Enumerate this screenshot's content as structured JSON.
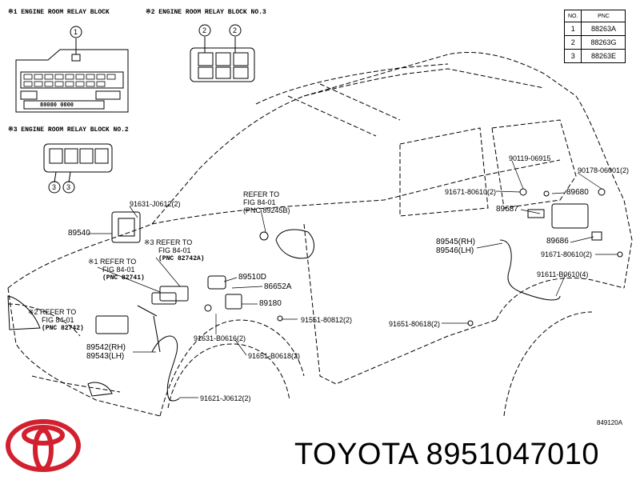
{
  "headers": {
    "relay_block": "※1  ENGINE ROOM RELAY BLOCK",
    "relay_block_3": "※2  ENGINE ROOM RELAY BLOCK NO.3",
    "relay_block_2": "※3  ENGINE ROOM RELAY BLOCK NO.2"
  },
  "relay_block_text": {
    "row1": "80080    0800"
  },
  "pnc_table": {
    "header_no": "NO.",
    "header_pnc": "PNC",
    "rows": [
      {
        "no": "1",
        "pnc": "88263A"
      },
      {
        "no": "2",
        "pnc": "88263G"
      },
      {
        "no": "3",
        "pnc": "88263E"
      }
    ]
  },
  "callouts": {
    "c1a": "1",
    "c2a": "2",
    "c2b": "2",
    "c3a": "3",
    "c3b": "3"
  },
  "labels": {
    "p91631_j0612": "91631-J0612(2)",
    "p89540": "89540",
    "refer_star3": "※3  REFER TO",
    "refer_star3_fig": "FIG 84-01",
    "refer_star3_pnc": "(PNC 82742A)",
    "refer_star1": "※1  REFER TO",
    "refer_star1_fig": "FIG 84-01",
    "refer_star1_pnc": "(PNC 82741)",
    "refer_star2": "※2  REFER TO",
    "refer_star2_fig": "FIG 84-01",
    "refer_star2_pnc": "(PNC 82742)",
    "refer_top": "REFER TO",
    "refer_top_fig": "FIG 84-01",
    "refer_top_pnc": "(PNC 89245B)",
    "p89510d": "89510D",
    "p86652a": "86652A",
    "p89180": "89180",
    "p91551_80812": "91551-80812(2)",
    "p91631_b0616": "91631-B0616(2)",
    "p91651_b0618": "91651-B0618(2)",
    "p89542": "89542(RH)",
    "p89543": "89543(LH)",
    "p91621_j0612": "91621-J0612(2)",
    "p90119_06915": "90119-06915",
    "p90178_06001": "90178-06001(2)",
    "p91671_80610_a": "91671-80610(2)",
    "p89680": "89680",
    "p89687": "89687",
    "p89545": "89545(RH)",
    "p89546": "89546(LH)",
    "p89686": "89686",
    "p91671_80610_b": "91671-80610(2)",
    "p91611_b0610": "91611-B0610(4)",
    "p91651_80618": "91651-80618(2)"
  },
  "figure_code": "849120A",
  "brand": "TOYOTA 8951047010",
  "colors": {
    "logo_red": "#d2202f",
    "line": "#000000"
  }
}
